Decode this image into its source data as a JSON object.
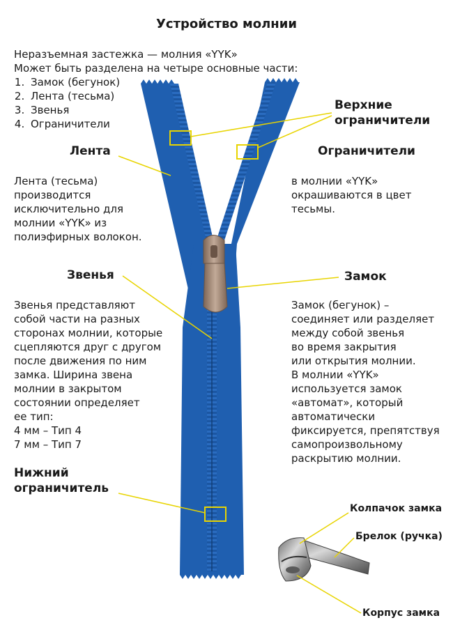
{
  "title": "Устройство молнии",
  "intro": {
    "line1": "Неразъемная застежка — молния «YYK»",
    "line2": "Может быть разделена на четыре основные части:",
    "parts": [
      "Замок (бегунок)",
      "Лента (тесьма)",
      "Звенья",
      "Ограничители"
    ]
  },
  "sections": {
    "upper_stops": {
      "heading_line1": "Верхние",
      "heading_line2": "ограничители"
    },
    "tape": {
      "heading": "Лента",
      "text": [
        "Лента (тесьма)",
        "производится",
        "исключительно для",
        "молнии «YYK» из",
        "полиэфирных волокон."
      ]
    },
    "stops": {
      "heading": "Ограничители",
      "text": [
        "в молнии «YYK»",
        "окрашиваются в цвет",
        "тесьмы."
      ]
    },
    "teeth": {
      "heading": "Звенья",
      "text": [
        "Звенья представляют",
        "собой части на разных",
        "сторонах молнии, которые",
        "сцепляются друг с другом",
        "после движения по ним",
        "замка. Ширина звена",
        "молнии в закрытом",
        "состоянии определяет",
        "ее тип:",
        "4 мм – Тип 4",
        "7 мм – Тип 7"
      ]
    },
    "slider": {
      "heading": "Замок",
      "text": [
        "Замок (бегунок) –",
        "соединяет или разделяет",
        "между собой звенья",
        "во время закрытия",
        "или открытия молнии.",
        "В молнии «YYK»",
        "используется замок",
        "«автомат», который",
        "автоматически",
        "фиксируется, препятствуя",
        "самопроизвольному",
        "раскрытию молнии."
      ]
    },
    "bottom_stop": {
      "heading_line1": "Нижний",
      "heading_line2": "ограничитель"
    },
    "slider_parts": {
      "cap": "Колпачок замка",
      "pull": "Брелок (ручка)",
      "body": "Корпус замка"
    }
  },
  "colors": {
    "tape": "#1f5fb0",
    "tape_dark": "#164a8c",
    "tape_light": "#2d73c8",
    "slider": "#a08878",
    "callout": "#e8d400"
  },
  "icons": {
    "zipper": "zipper-illustration",
    "slider_closeup": "zipper-slider-photo"
  }
}
